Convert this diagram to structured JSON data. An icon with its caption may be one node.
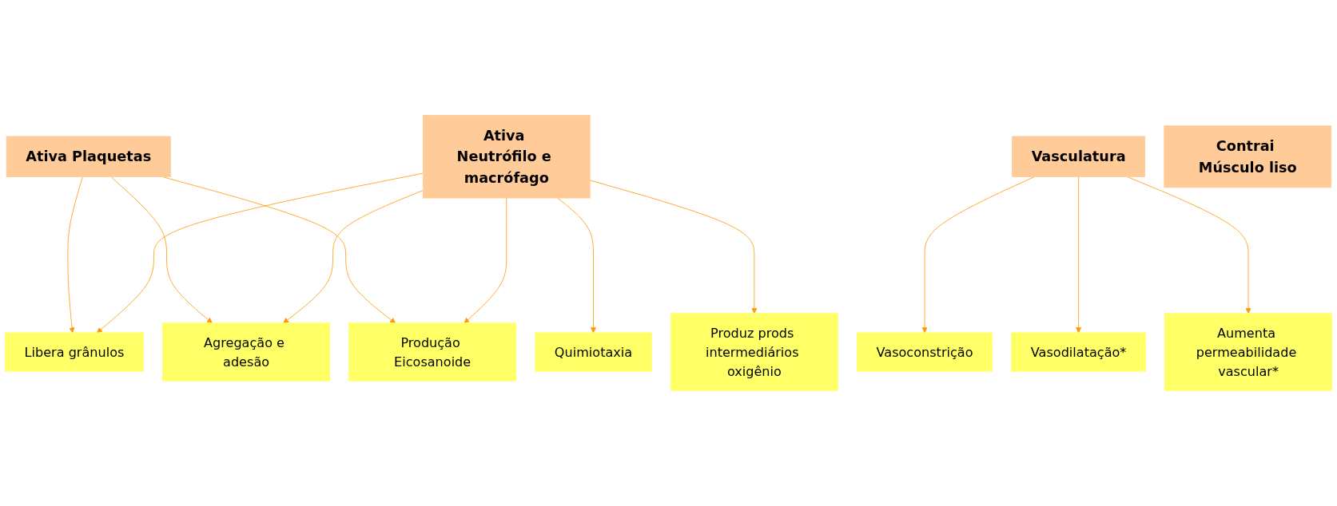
{
  "diagram": {
    "nodes": [
      {
        "text": [
          "Ativa Plaquetas"
        ]
      },
      {
        "text": [
          "Ativa Neutrófilo e macrófago"
        ]
      },
      {
        "text": [
          "Vasculatura"
        ]
      },
      {
        "text": [
          "Contrai Músculo liso"
        ]
      },
      {
        "text": [
          "Libera grânulos"
        ]
      },
      {
        "text": [
          "Quimiotaxia"
        ]
      },
      {
        "text": [
          "Agregação e adesão"
        ]
      },
      {
        "text": [
          "Produz prods intermediários oxigênio"
        ]
      },
      {
        "text": [
          "Produção Eicosanoide"
        ]
      },
      {
        "text": [
          "Vasoconstrição"
        ]
      },
      {
        "text": [
          "Vasodilatação*"
        ]
      },
      {
        "text": [
          "Aumenta permeabilidade vascular*"
        ]
      }
    ],
    "edges": [
      {
        "from": 0,
        "to": 4,
        "arrow": "to"
      },
      {
        "from": 0,
        "to": 6,
        "arrow": "to"
      },
      {
        "from": 0,
        "to": 8,
        "arrow": "to"
      },
      {
        "from": 1,
        "to": 4,
        "arrow": "to"
      },
      {
        "from": 1,
        "to": 5,
        "arrow": "to"
      },
      {
        "from": 1,
        "to": 6,
        "arrow": "to"
      },
      {
        "from": 1,
        "to": 7,
        "arrow": "to"
      },
      {
        "from": 1,
        "to": 8,
        "arrow": "to"
      },
      {
        "from": 2,
        "to": 9,
        "arrow": "to"
      },
      {
        "from": 2,
        "to": 10,
        "arrow": "to"
      },
      {
        "from": 2,
        "to": 11,
        "arrow": "to"
      }
    ]
  }
}
